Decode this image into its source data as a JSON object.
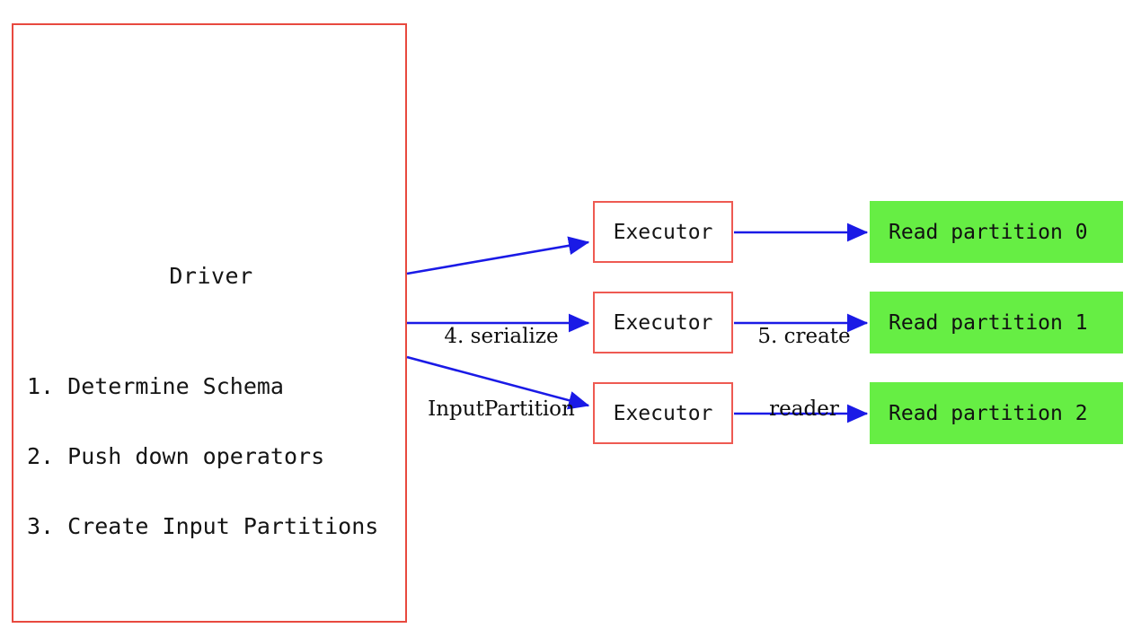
{
  "diagram": {
    "title_semantic": "spark-datasource-v2-read-flow",
    "driver": {
      "title": "Driver",
      "steps": [
        "1. Determine Schema",
        "2. Push down operators",
        "3. Create Input Partitions"
      ]
    },
    "executors": [
      {
        "label": "Executor"
      },
      {
        "label": "Executor"
      },
      {
        "label": "Executor"
      }
    ],
    "partitions": [
      {
        "label": "Read partition 0"
      },
      {
        "label": "Read partition 1"
      },
      {
        "label": "Read partition 2"
      }
    ],
    "edge_labels": {
      "driver_to_executor_line1": "4. serialize",
      "driver_to_executor_line2": "InputPartition",
      "executor_to_partition_line1": "5. create",
      "executor_to_partition_line2": "reader"
    },
    "colors": {
      "box_border_red": "#e8493f",
      "executor_border_red": "#ee5a52",
      "partition_fill_green": "#66ee44",
      "arrow_blue": "#1a1ae6",
      "text_black": "#141414",
      "background": "#ffffff"
    }
  }
}
